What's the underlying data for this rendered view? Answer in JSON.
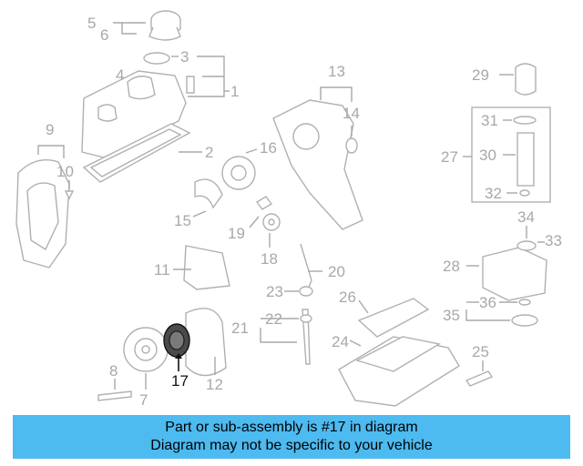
{
  "diagram": {
    "highlight_part": "17",
    "parts": [
      "1",
      "2",
      "3",
      "4",
      "5",
      "6",
      "7",
      "8",
      "9",
      "10",
      "11",
      "12",
      "13",
      "14",
      "15",
      "16",
      "17",
      "18",
      "19",
      "20",
      "21",
      "22",
      "23",
      "24",
      "25",
      "26",
      "27",
      "28",
      "29",
      "30",
      "31",
      "32",
      "33",
      "34",
      "35",
      "36"
    ],
    "highlight_color": "#111111",
    "part_color": "#a8a8a8"
  },
  "banner": {
    "line1": "Part or sub-assembly is #17 in diagram",
    "line2": "Diagram may not be specific to your vehicle",
    "bg_color": "#4dbaf0"
  }
}
